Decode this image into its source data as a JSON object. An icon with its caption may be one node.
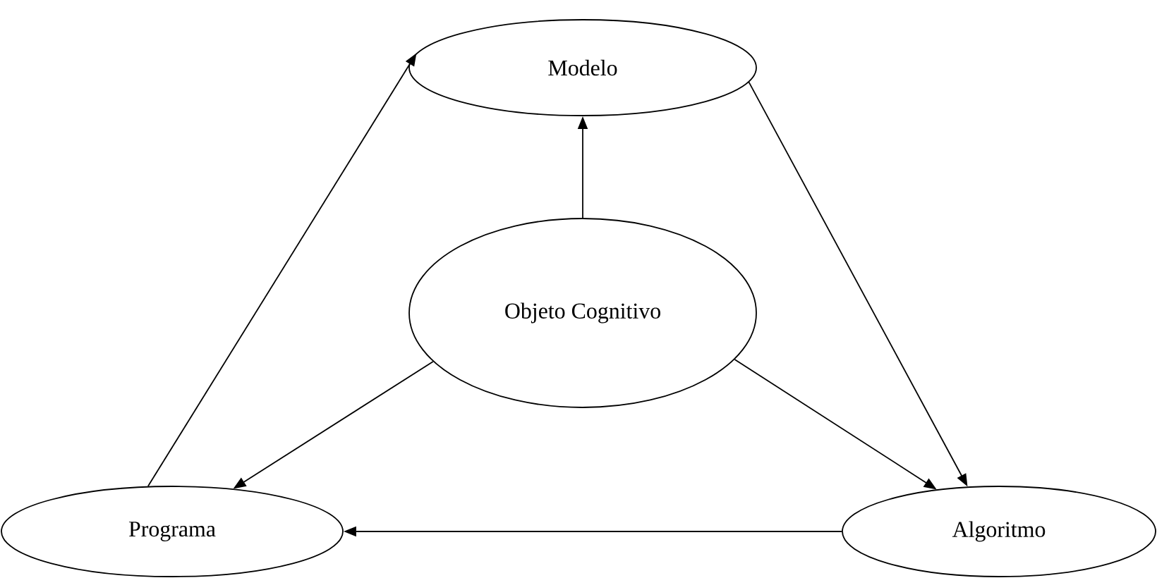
{
  "diagram": {
    "nodes": [
      {
        "text": [
          "Modelo"
        ]
      },
      {
        "text": [
          "Objeto Cognitivo"
        ]
      },
      {
        "text": [
          "Programa"
        ]
      },
      {
        "text": [
          "Algoritmo"
        ]
      }
    ],
    "edges": [
      {
        "from": 1,
        "to": 0,
        "arrow": "to"
      },
      {
        "from": 0,
        "to": 3,
        "arrow": "to"
      },
      {
        "from": 2,
        "to": 0,
        "arrow": "to"
      },
      {
        "from": 1,
        "to": 2,
        "arrow": "to"
      },
      {
        "from": 1,
        "to": 3,
        "arrow": "to"
      },
      {
        "from": 3,
        "to": 2,
        "arrow": "to"
      }
    ]
  }
}
